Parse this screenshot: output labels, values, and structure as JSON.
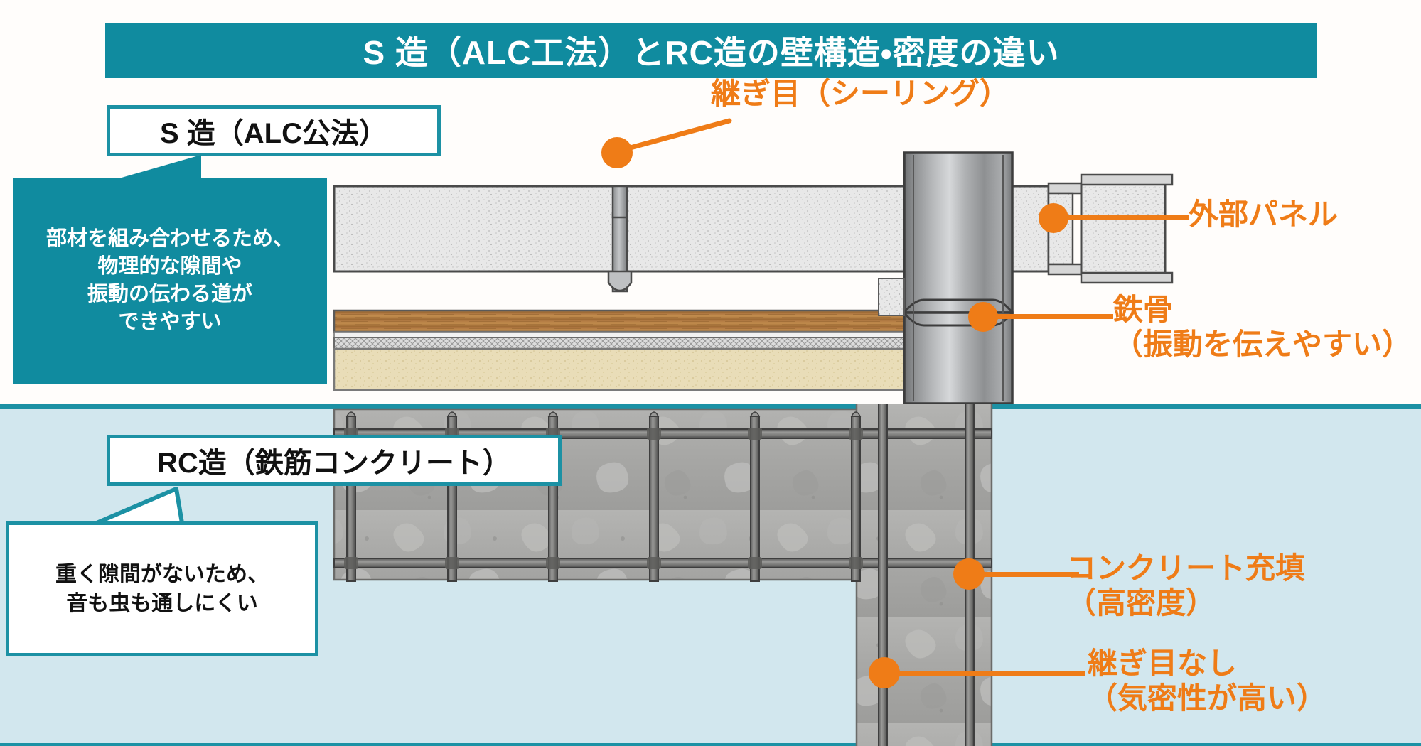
{
  "title": "S 造（ALC工法）とRC造の壁構造・密度の違い",
  "colors": {
    "teal": "#108b9f",
    "teal_border": "#1c91a4",
    "orange": "#ef7c17",
    "rc_background": "#d2e7ee",
    "page_background": "#fffdfb"
  },
  "sections": {
    "s_structure": {
      "chip_label": "S 造（ALC公法）",
      "callout_lines": [
        "部材を組み合わせるため、",
        "物理的な隙間や",
        "振動の伝わる道が",
        "できやすい"
      ],
      "annotations": {
        "seal_joint": "継ぎ目（シーリング）",
        "exterior_panel": "外部パネル",
        "steel_frame_line1": "鉄骨",
        "steel_frame_line2": "（振動を伝えやすい）"
      }
    },
    "rc_structure": {
      "chip_label": "RC造（鉄筋コンクリート）",
      "callout_lines": [
        "重く隙間がないため、",
        "音も虫も通しにくい"
      ],
      "annotations": {
        "concrete_fill_line1": "コンクリート充填",
        "concrete_fill_line2": "（高密度）",
        "no_joint_line1": "継ぎ目なし",
        "no_joint_line2": "（気密性が高い）"
      }
    }
  },
  "icons": {
    "leader_dot": "leader-dot-icon",
    "callout_tail": "callout-tail-icon"
  }
}
